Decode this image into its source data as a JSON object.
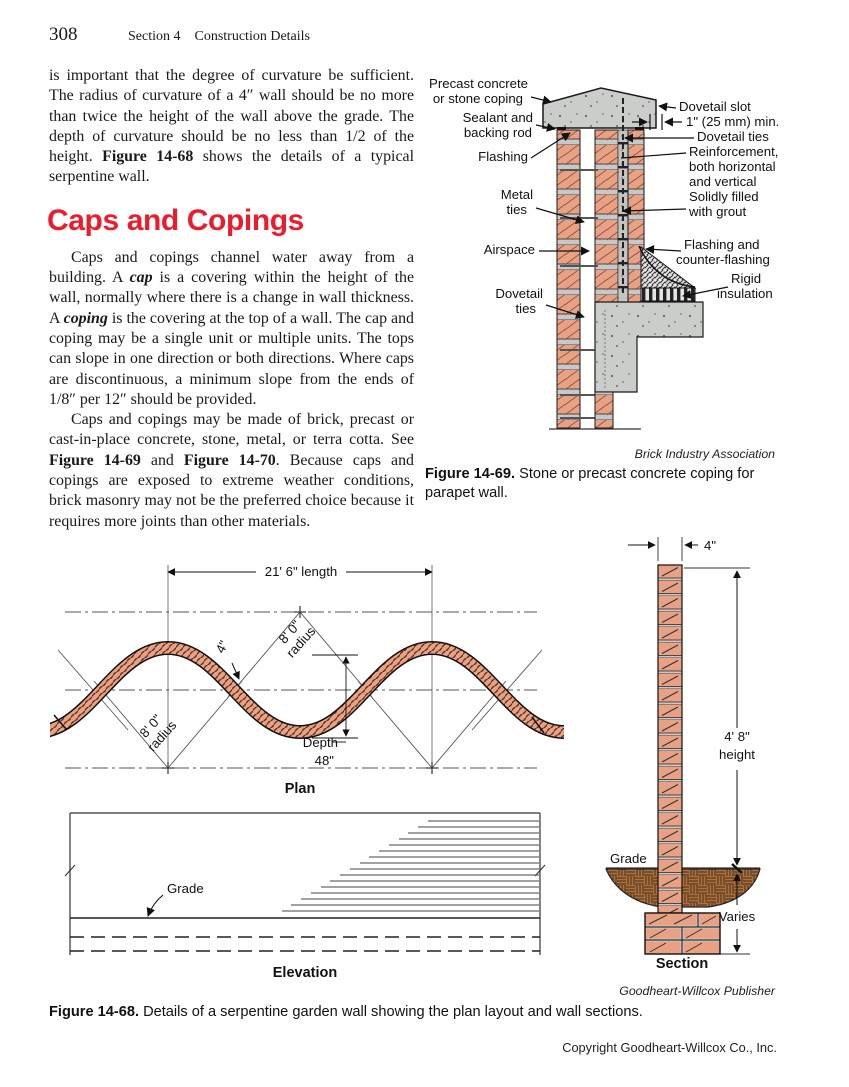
{
  "page": {
    "number": "308",
    "running_head_section": "Section 4",
    "running_head_title": "Construction Details",
    "copyright": "Copyright Goodheart-Willcox Co., Inc."
  },
  "article": {
    "heading": "Caps and Copings",
    "paragraph1": {
      "pre": "is important that the degree of curvature be sufficient. The radius of curvature of a 4″ wall should be no more than twice the height of the wall above the grade. The depth of curvature should be no less than 1/2 of the height. ",
      "figref": "Figure 14-68",
      "post": " shows the details of a typical serpentine wall."
    },
    "paragraph2": {
      "s1": "Caps and copings channel water away from a building. A ",
      "cap": "cap",
      "s2": " is a covering within the height of the wall, normally where there is a change in wall thickness. A ",
      "coping": "coping",
      "s3": " is the covering at the top of a wall. The cap and coping may be a single unit or multiple units. The tops can slope in one direction or both directions. Where caps are discontinuous, a minimum slope from the ends of 1/8″ per 12″ should be provided."
    },
    "paragraph3": {
      "s1": "Caps and copings may be made of brick, precast or cast-in-place concrete, stone, metal, or terra cotta. See ",
      "ref1": "Figure 14-69",
      "s2": " and ",
      "ref2": "Figure 14-70",
      "s3": ". Because caps and copings are exposed to extreme weather conditions, brick masonry may not be the preferred choice because it requires more joints than other materials."
    }
  },
  "figure69": {
    "labels": {
      "precast1": "Precast concrete",
      "precast2": "or stone coping",
      "sealant1": "Sealant and",
      "sealant2": "backing rod",
      "flashing": "Flashing",
      "metal1": "Metal",
      "metal2": "ties",
      "airspace": "Airspace",
      "dovetail1": "Dovetail",
      "dovetail2": "ties",
      "dovetail_slot": "Dovetail slot",
      "min_dim": "1\" (25 mm) min.",
      "dovetail_ties": "Dovetail ties",
      "reinf1": "Reinforcement,",
      "reinf2": "both horizontal",
      "reinf3": "and vertical",
      "grout1": "Solidly filled",
      "grout2": "with grout",
      "flash1": "Flashing and",
      "flash2": "counter-flashing",
      "rigid1": "Rigid",
      "rigid2": "insulation"
    },
    "credit": "Brick Industry Association",
    "caption_label": "Figure 14-69.",
    "caption_text": " Stone or precast concrete coping for parapet wall."
  },
  "figure68": {
    "plan": {
      "length_dim": "21' 6\" length",
      "thickness_dim": "4\"",
      "radius_upper_1": "8' 0\"",
      "radius_upper_2": "radius",
      "radius_lower_1": "8' 0\"",
      "radius_lower_2": "radius",
      "depth_label": "Depth",
      "depth_value": "48\"",
      "title": "Plan"
    },
    "elevation": {
      "grade_label": "Grade",
      "title": "Elevation"
    },
    "section": {
      "width_dim": "4\"",
      "height_dim_1": "4' 8\"",
      "height_dim_2": "height",
      "grade_label": "Grade",
      "varies_label": "Varies",
      "title": "Section"
    },
    "credit": "Goodheart-Willcox Publisher",
    "caption_label": "Figure 14-68.",
    "caption_text": " Details of a serpentine garden wall showing the plan layout and wall sections."
  },
  "colors": {
    "heading_red": "#EB1C2C",
    "brick_salmon": "#E9A183",
    "concrete_gray": "#CBCDCB",
    "earth_brown": "#A9713F"
  }
}
